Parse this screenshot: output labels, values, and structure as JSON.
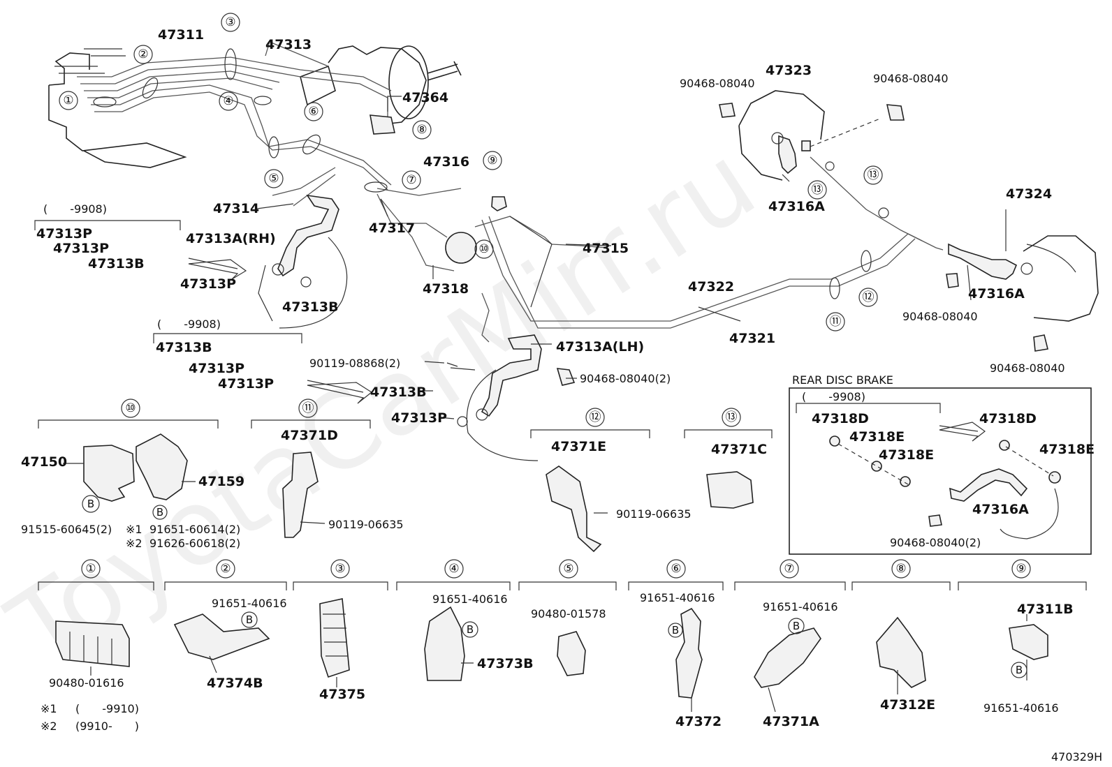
{
  "diagram_id": "470329H",
  "watermark": "ToyotaCarMirr.ru",
  "panels": {
    "rear_disc_title": "REAR DISC BRAKE"
  },
  "date_notes": {
    "upto_9908": "(　　-9908)",
    "note1_mark": "※1",
    "note1_range": "(　　-9910)",
    "note2_mark": "※2",
    "note2_range": "(9910-　　)"
  },
  "callouts": [
    "①",
    "②",
    "③",
    "④",
    "⑤",
    "⑥",
    "⑦",
    "⑧",
    "⑨",
    "⑩",
    "⑪",
    "⑫",
    "⑬"
  ],
  "labels": {
    "p47311": "47311",
    "p47313": "47313",
    "p47364": "47364",
    "p47314": "47314",
    "p47313A_RH": "47313A(RH)",
    "p47313P": "47313P",
    "p47313B": "47313B",
    "p47316": "47316",
    "p47317": "47317",
    "p47318": "47318",
    "p47315": "47315",
    "p47322": "47322",
    "p47321": "47321",
    "p47323": "47323",
    "p47316A": "47316A",
    "p47324": "47324",
    "p90468_08040": "90468-08040",
    "p90468_08040_2": "90468-08040(2)",
    "p47313A_LH": "47313A(LH)",
    "p90119_08868_2": "90119-08868(2)",
    "p47150": "47150",
    "p47159": "47159",
    "p91515_60645_2": "91515-60645(2)",
    "p91651_60614_2": "91651-60614(2)",
    "p91626_60618_2": "91626-60618(2)",
    "p47371D": "47371D",
    "p90119_06635": "90119-06635",
    "p47371E": "47371E",
    "p47371C": "47371C",
    "p47318D": "47318D",
    "p47318E": "47318E",
    "p90480_01616": "90480-01616",
    "p91651_40616": "91651-40616",
    "p47374B": "47374B",
    "p47375": "47375",
    "p47373B": "47373B",
    "p90480_01578": "90480-01578",
    "p47372": "47372",
    "p47371A": "47371A",
    "p47312E": "47312E",
    "p47311B": "47311B",
    "bolt_mark": "B"
  }
}
